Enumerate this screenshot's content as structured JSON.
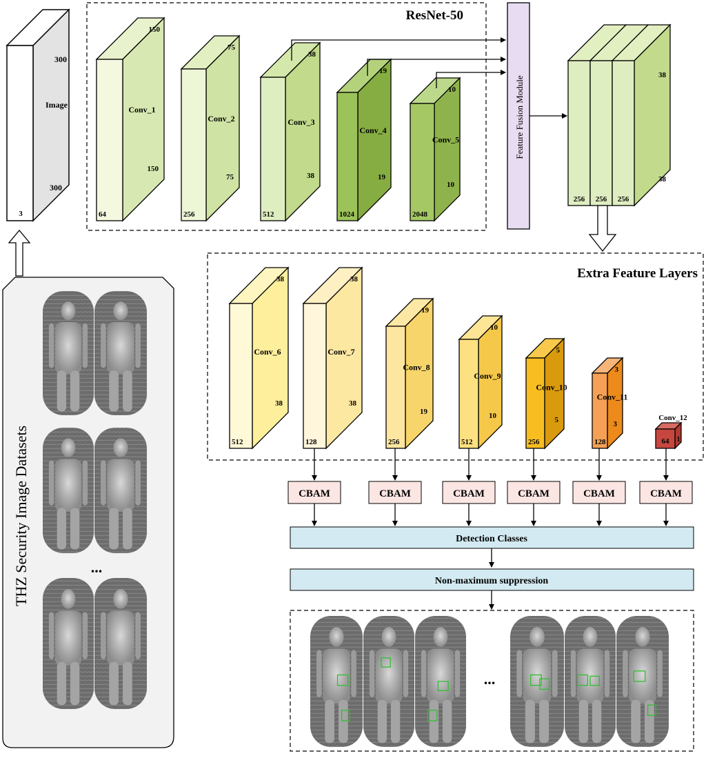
{
  "resnet": {
    "title": "ResNet-50",
    "input": {
      "name": "Image",
      "h": "300",
      "w": "300",
      "c": "3"
    },
    "layers": [
      {
        "name": "Conv_1",
        "h": "150",
        "w": "150",
        "c": "64",
        "front": "#f3f8df",
        "side": "#d7e8b2",
        "top": "#e8f2cc"
      },
      {
        "name": "Conv_2",
        "h": "75",
        "w": "75",
        "c": "256",
        "front": "#eef6d8",
        "side": "#cfe3a4",
        "top": "#e2efc1"
      },
      {
        "name": "Conv_3",
        "h": "38",
        "w": "38",
        "c": "512",
        "front": "#dfeec1",
        "side": "#c2da8c",
        "top": "#d5e8ab"
      },
      {
        "name": "Conv_4",
        "h": "19",
        "w": "19",
        "c": "1024",
        "front": "#9cc25a",
        "side": "#86ad42",
        "top": "#b4d27c"
      },
      {
        "name": "Conv_5",
        "h": "10",
        "w": "10",
        "c": "2048",
        "front": "#a5c864",
        "side": "#8fb34c",
        "top": "#bcd88a"
      }
    ]
  },
  "fusion": {
    "label": "Feature Fusion Module",
    "output": {
      "h": "38",
      "w": "38",
      "channels": [
        "256",
        "256",
        "256"
      ]
    }
  },
  "extra": {
    "title": "Extra Feature Layers",
    "layers": [
      {
        "name": "Conv_6",
        "h": "38",
        "w": "38",
        "c": "512",
        "front": "#fff9d8",
        "side": "#fdef9c",
        "top": "#fff5c0"
      },
      {
        "name": "Conv_7",
        "h": "38",
        "w": "38",
        "c": "128",
        "front": "#fff6dc",
        "side": "#fde8a2",
        "top": "#fff0c4"
      },
      {
        "name": "Conv_8",
        "h": "19",
        "w": "19",
        "c": "256",
        "front": "#fde6a0",
        "side": "#f8d56a",
        "top": "#fce7a4"
      },
      {
        "name": "Conv_9",
        "h": "10",
        "w": "10",
        "c": "512",
        "front": "#fde080",
        "side": "#f6c84a",
        "top": "#fde596"
      },
      {
        "name": "Conv_10",
        "h": "5",
        "w": "5",
        "c": "256",
        "front": "#f8bd20",
        "side": "#d99a0e",
        "top": "#f8c94a"
      },
      {
        "name": "Conv_11",
        "h": "3",
        "w": "3",
        "c": "128",
        "front": "#f5a055",
        "side": "#ec8a1c",
        "top": "#f7b57a"
      },
      {
        "name": "Conv_12",
        "h": "1",
        "c": "64",
        "front": "#c6473f",
        "side": "#b13a32",
        "top": "#d76b62"
      }
    ]
  },
  "cbam_label": "CBAM",
  "detection_label": "Detection Classes",
  "nms_label": "Non-maximum suppression",
  "dataset_label": "THZ Security Image Datasets",
  "ellipsis": "...",
  "colors": {
    "fusion_fill": "#e8dcf2",
    "cbam_fill": "#fbe6e3",
    "bar_fill": "#d3eaf2",
    "image_side": "#e3e3e3",
    "detection_box": "#2fbf2f"
  }
}
